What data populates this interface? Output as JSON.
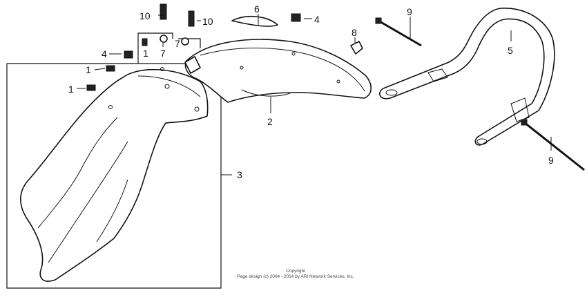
{
  "callouts": {
    "c1a": "1",
    "c1b": "1",
    "c1c": "1",
    "c2": "2",
    "c3": "3",
    "c4a": "4",
    "c4b": "4",
    "c5": "5",
    "c6": "6",
    "c7a": "7",
    "c7b": "7",
    "c8": "8",
    "c9a": "9",
    "c9b": "9",
    "c10a": "10",
    "c10b": "10"
  },
  "copyright": {
    "line1": "Copyright",
    "line2": "Page design (c) 2004 - 2014 by ARI Network Services, Inc."
  }
}
